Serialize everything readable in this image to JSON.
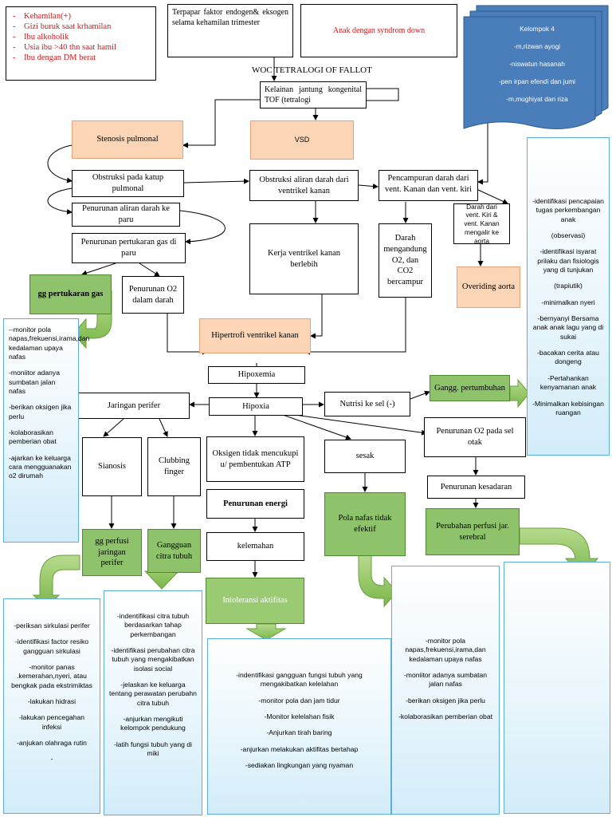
{
  "risk_factors": [
    "Kehamilan(+)",
    "Gizi buruk saat krhamilan",
    "Ibu alkoholik",
    "Usia ibu >40 thn saat hamil",
    "Ibu dengan DM berat"
  ],
  "endogen": "Terpapar faktor endogen& eksogen selama kehamilan trimester",
  "down": "Anak dengan syndrom down",
  "title": "WOC TETRALOGI OF FALLOT",
  "kelainan": "Kelainan jantung kongenital TOF (tetralogi",
  "kelompok": {
    "heading": "Kelompok 4",
    "members": [
      "-m,rizwan ayogi",
      "-niswatun hasanah",
      "-pen irpan efendi dan jumi",
      "-m,mughiyat dan riza"
    ]
  },
  "nodes": {
    "stenosis": "Stenosis pulmonal",
    "vsd": "VSD",
    "obstruksi_katup": "Obstruksi pada katup pulmonal",
    "obstruksi_aliran": "Obstruksi aliran darah dari ventrikel kanan",
    "pencampuran": "Pencampuran darah dari vent. Kanan dan vent. kiri",
    "darah_aorta": "Darah dari vent. Kiri & vent. Kanan mengalir ke aorta",
    "penurunan_aliran": "Penurunan aliran darah ke paru",
    "penurunan_gas": "Penurunan pertukaran gas di paru",
    "kerja_ventrikel": "Kerja ventrikel kanan berlebih",
    "darah_mengandung": "Darah mengandung O2, dan CO2 bercampur",
    "overiding": "Overiding aorta",
    "gg_gas": "gg pertukaran gas",
    "penurunan_o2": "Penurunan O2 dalam darah",
    "hipertrofi": "Hipertrofi ventrikel kanan",
    "hipoxemia": "Hipoxemia",
    "hipoxia": "Hipoxia",
    "jaringan": "Jaringan perifer",
    "nutrisi": "Nutrisi ke sel (-)",
    "gangg_tumbuh": "Gangg. pertumbuhan",
    "penurunan_o2_otak": "Penurunan O2 pada sel otak",
    "sianosis": "Sianosis",
    "clubbing": "Clubbing finger",
    "oksigen": "Oksigen tidak mencukupi u/ pembentukan ATP",
    "sesak": "sesak",
    "penurunan_kesadaran": "Penurunan kesadaran",
    "penurunan_energi": "Penurunan energi",
    "pola_nafas": "Pola nafas tidak efektif",
    "perubahan_perfusi": "Perubahan perfusi jar. serebral",
    "gg_perfusi": "gg perfusi jaringan perifer",
    "gg_citra": "Gangguan citra tubuh",
    "kelemahan": "kelemahan",
    "intoleransi": "Intoleransi aktifitas"
  },
  "panels": {
    "gas": [
      "--monitor pola napas,frekuensi,irama,dan kedalaman upaya nafas",
      "-moniitor adanya sumbatan jalan nafas",
      "-berikan oksigen jika perlu",
      "-kolaborasikan pemberian obat",
      "-ajarkan ke keluarga cara mengguanakan o2 dirumah"
    ],
    "tumbuh": [
      "-identifikasi pencapaian tugas perkembangan anak",
      "(observasi)",
      "-identifikasi isyarat prilaku dan fisiologis yang di tunjukan",
      "(trapiutik)",
      "-minimalkan nyeri",
      "-bernyanyi Bersama anak anak lagu yang di sukai",
      "-bacakan cerita atau dongeng",
      "-Pertahankan kenyamanan anak",
      "-Minimalkan kebisingan ruangan"
    ],
    "perfusi": [
      "-periksan sirkulasi perifer",
      "-identifikasi factor resiko gangguan sirkulasi",
      "-monitor panas .kemerahan,nyeri, atau bengkak pada ekstrimiktas",
      "-lakukan hidrasi",
      "-lakukan pencegahan infeksi",
      "-anjukan olahraga rutin",
      "-"
    ],
    "citra": [
      "-indentifikasi citra tubuh berdasarkan tahap perkembangan",
      "-identifikasi perubahan citra tubuh yang mengakibatkan isolasi social",
      "-jelaskan ke keluarga tentang perawatan perubahn citra tubuh",
      "-anjurkan mengikuti kelompok pendukung",
      "-latih fungsi tubuh yang di miki"
    ],
    "aktifitas": [
      "-indentifikasi gangguan fungsi tubuh yang mengakibatkan kelelahan",
      "-monitor pola dan jam tidur",
      "-Monitor kelelahan fisik",
      "-Anjurkan tirah baring",
      "-anjurkan melakukan aktifitas bertahap",
      "-sediakan lingkungan yang nyaman"
    ],
    "nafas": [
      "-monitor pola napas,frekuensi,irama,dan kedalaman upaya nafas",
      "-moniitor adanya sumbatan jalan nafas",
      "-berikan oksigen jika perlu",
      "-kolaborasikan pemberian obat"
    ],
    "serebral": []
  },
  "colors": {
    "salmon": "#fbd5b5",
    "green": "#8fc36b",
    "doc_blue": "#4a7ebb",
    "risk_red": "#d0191b"
  }
}
